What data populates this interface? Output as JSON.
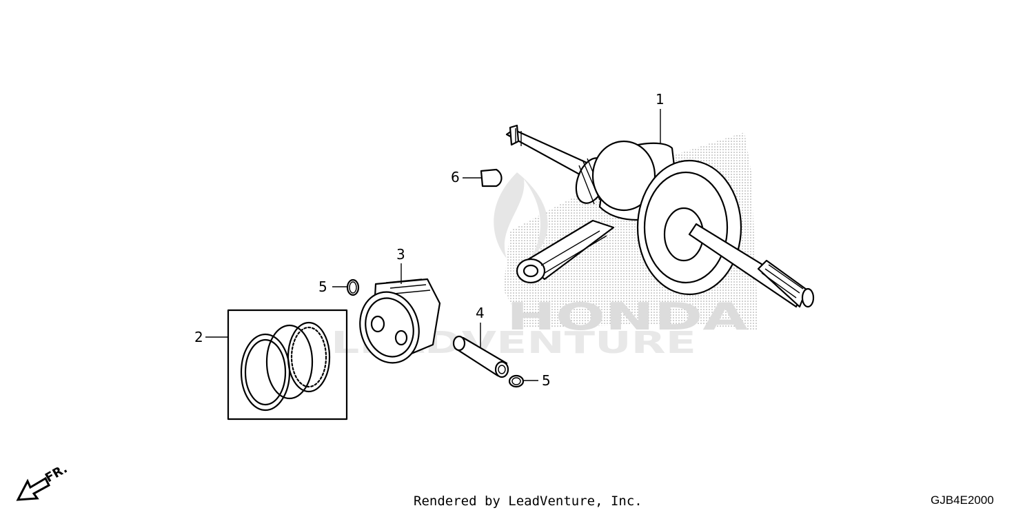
{
  "diagram": {
    "callouts": {
      "c1": "1",
      "c2": "2",
      "c3": "3",
      "c4": "4",
      "c5a": "5",
      "c5b": "5",
      "c6": "6"
    },
    "direction_label": "FR.",
    "watermark": {
      "brand": "HONDA",
      "company": "LEADVENTURE"
    }
  },
  "footer": {
    "credit": "Rendered by LeadVenture, Inc.",
    "code": "GJB4E2000"
  }
}
